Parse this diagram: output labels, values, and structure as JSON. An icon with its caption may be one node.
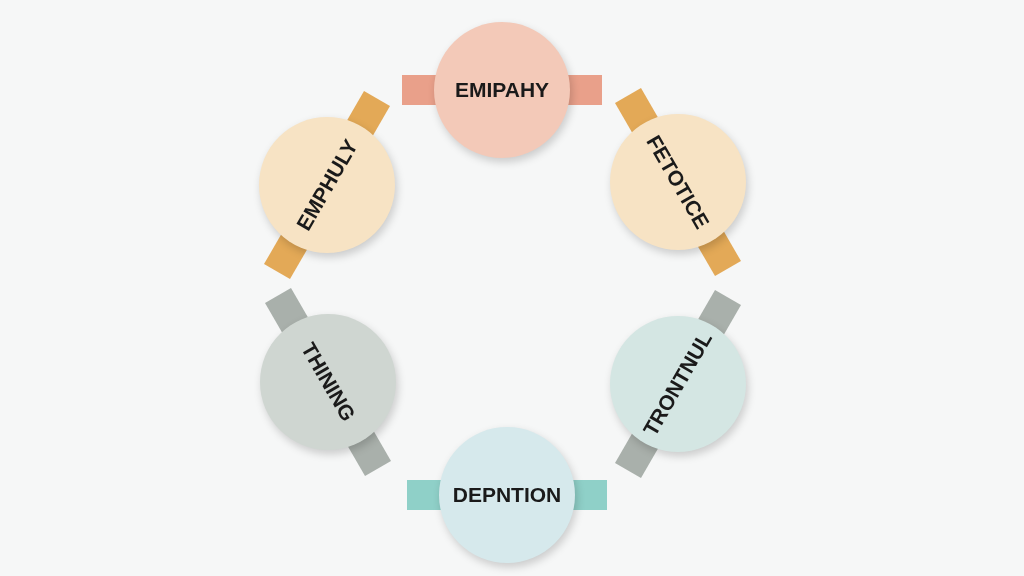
{
  "diagram": {
    "nodes": [
      {
        "text": [
          "EMIPAHY"
        ]
      },
      {
        "text": [
          "EMPHULY"
        ]
      },
      {
        "text": [
          "FETOTICE"
        ]
      },
      {
        "text": [
          "THINING"
        ]
      },
      {
        "text": [
          "TRONTNUL"
        ]
      },
      {
        "text": [
          "DEPNTION"
        ]
      }
    ],
    "edges": []
  }
}
